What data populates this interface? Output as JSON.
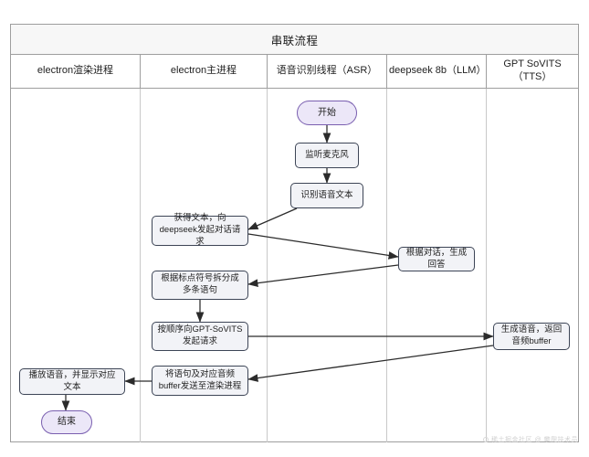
{
  "diagram": {
    "title": "串联流程",
    "type": "swimlane-flowchart",
    "lanes": [
      {
        "id": "renderer",
        "label": "electron渲染进程"
      },
      {
        "id": "main",
        "label": "electron主进程"
      },
      {
        "id": "asr",
        "label": "语音识别线程（ASR）"
      },
      {
        "id": "llm",
        "label": "deepseek 8b（LLM）"
      },
      {
        "id": "tts",
        "label": "GPT SoVITS（TTS）"
      }
    ],
    "nodes": [
      {
        "id": "start",
        "lane": "asr",
        "shape": "terminal",
        "label": "开始"
      },
      {
        "id": "listen-mic",
        "lane": "asr",
        "shape": "process",
        "label": "监听麦克风"
      },
      {
        "id": "recognize",
        "lane": "asr",
        "shape": "process",
        "label": "识别语音文本"
      },
      {
        "id": "get-text",
        "lane": "main",
        "shape": "process",
        "label": "获得文本，向deepseek发起对话请求"
      },
      {
        "id": "llm-answer",
        "lane": "llm",
        "shape": "process",
        "label": "根据对话，生成回答"
      },
      {
        "id": "split-text",
        "lane": "main",
        "shape": "process",
        "label": "根据标点符号拆分成多条语句"
      },
      {
        "id": "request-tts",
        "lane": "main",
        "shape": "process",
        "label": "按顺序向GPT-SoVITS发起请求"
      },
      {
        "id": "tts-audio",
        "lane": "tts",
        "shape": "process",
        "label": "生成语音，返回音频buffer"
      },
      {
        "id": "send-render",
        "lane": "main",
        "shape": "process",
        "label": "将语句及对应音频buffer发送至渲染进程"
      },
      {
        "id": "play-audio",
        "lane": "renderer",
        "shape": "process",
        "label": "播放语音，并显示对应文本"
      },
      {
        "id": "end",
        "lane": "renderer",
        "shape": "terminal",
        "label": "结束"
      }
    ],
    "edges": [
      {
        "from": "start",
        "to": "listen-mic"
      },
      {
        "from": "listen-mic",
        "to": "recognize"
      },
      {
        "from": "recognize",
        "to": "get-text"
      },
      {
        "from": "get-text",
        "to": "llm-answer"
      },
      {
        "from": "llm-answer",
        "to": "split-text"
      },
      {
        "from": "split-text",
        "to": "request-tts"
      },
      {
        "from": "request-tts",
        "to": "tts-audio"
      },
      {
        "from": "tts-audio",
        "to": "send-render"
      },
      {
        "from": "send-render",
        "to": "play-audio"
      },
      {
        "from": "play-audio",
        "to": "end"
      }
    ],
    "colors": {
      "frame_border": "#9e9e9e",
      "lane_divider": "#c9c9c9",
      "title_band_bg": "#f7f7f7",
      "process_fill": "#f2f3f7",
      "process_border": "#3d4556",
      "terminal_fill": "#ece7f8",
      "terminal_border": "#7a5fb0",
      "connector": "#2b2b2b",
      "text": "#222222"
    }
  },
  "watermark": {
    "text": "稀土掘金社区 @ 攀爬技术员"
  }
}
